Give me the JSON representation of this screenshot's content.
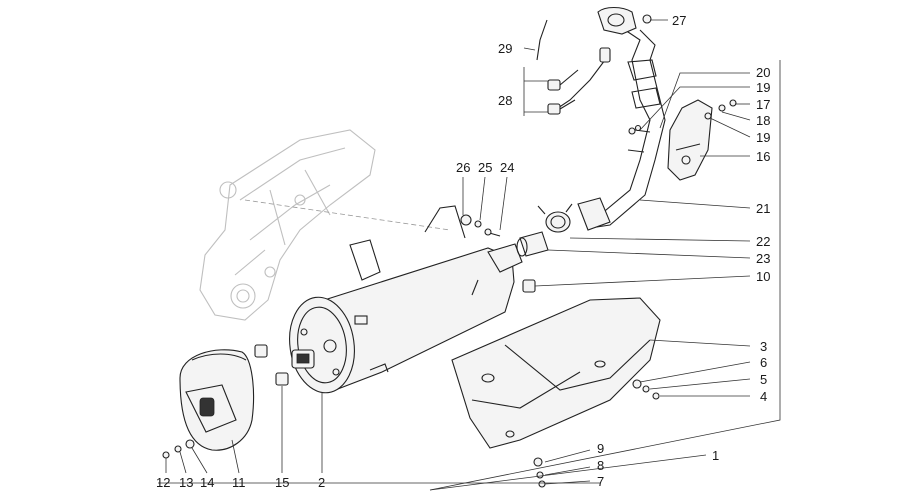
{
  "callouts": {
    "c1": "1",
    "c2": "2",
    "c3": "3",
    "c4": "4",
    "c5": "5",
    "c6": "6",
    "c7": "7",
    "c8": "8",
    "c9": "9",
    "c10": "10",
    "c11": "11",
    "c12": "12",
    "c13": "13",
    "c14": "14",
    "c15": "15",
    "c16": "16",
    "c17": "17",
    "c18": "18",
    "c19a": "19",
    "c19b": "19",
    "c20": "20",
    "c21": "21",
    "c22": "22",
    "c23": "23",
    "c24": "24",
    "c25": "25",
    "c26": "26",
    "c27": "27",
    "c28": "28",
    "c29": "29"
  }
}
